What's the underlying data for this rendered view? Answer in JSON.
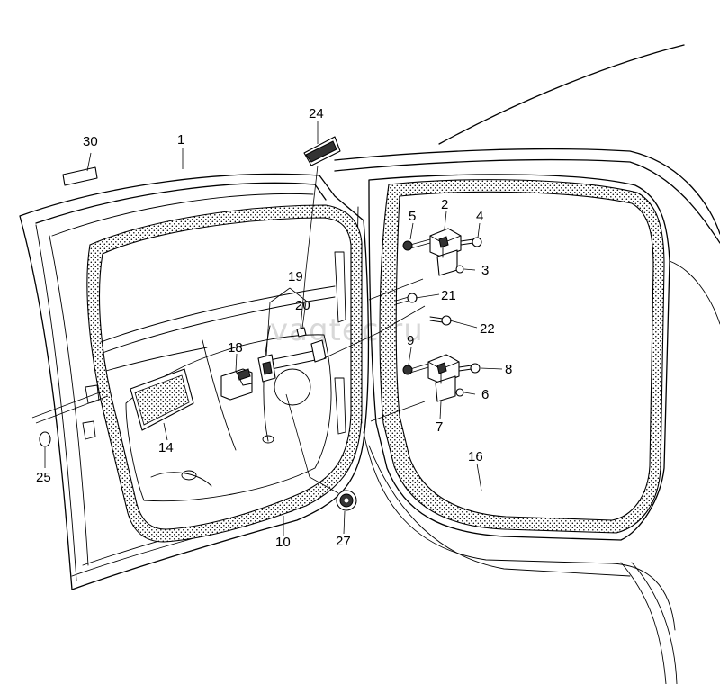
{
  "watermark": "vagtec.ru",
  "labels": [
    "1",
    "2",
    "3",
    "4",
    "5",
    "6",
    "7",
    "8",
    "9",
    "10",
    "14",
    "16",
    "18",
    "19",
    "20",
    "21",
    "22",
    "24",
    "25",
    "27",
    "30"
  ]
}
